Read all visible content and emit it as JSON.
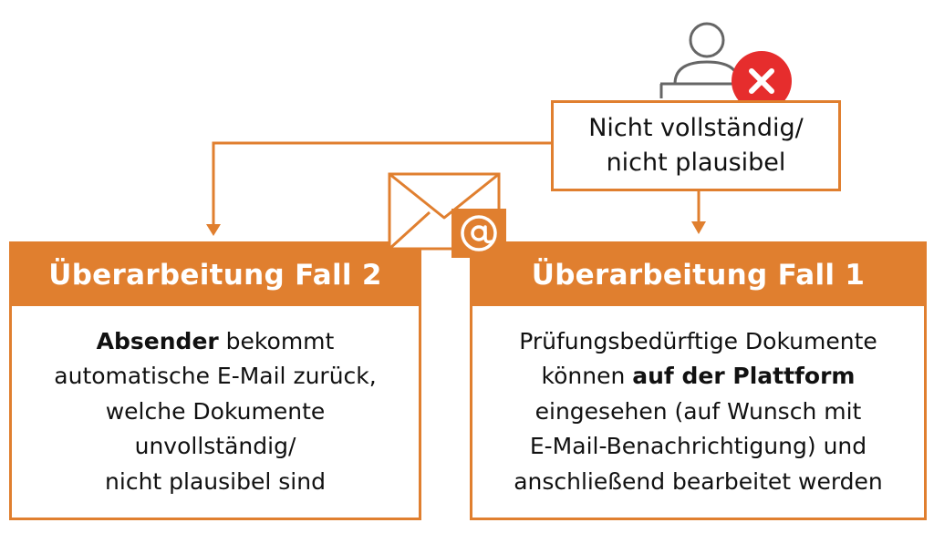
{
  "colors": {
    "accent": "#e07f2f",
    "error": "#e62d2d",
    "text": "#111111",
    "icon_gray": "#666666"
  },
  "icons": {
    "user": "user-icon",
    "error": "close-icon",
    "email": "email-at-icon"
  },
  "status": {
    "line1": "Nicht vollständig/",
    "line2": "nicht plausibel"
  },
  "case2": {
    "title": "Überarbeitung Fall 2",
    "line1_bold": "Absender",
    "line1_rest": " bekommt",
    "line2": "automatische E-Mail zurück,",
    "line3": "welche Dokumente",
    "line4": "unvollständig/",
    "line5": "nicht plausibel sind"
  },
  "case1": {
    "title": "Überarbeitung Fall 1",
    "line1": "Prüfungsbedürftige Dokumente",
    "line2_pre": "können ",
    "line2_bold": "auf der Plattform",
    "line3": "eingesehen (auf Wunsch mit",
    "line4": "E-Mail-Benachrichtigung) und",
    "line5": "anschließend bearbeitet werden"
  }
}
